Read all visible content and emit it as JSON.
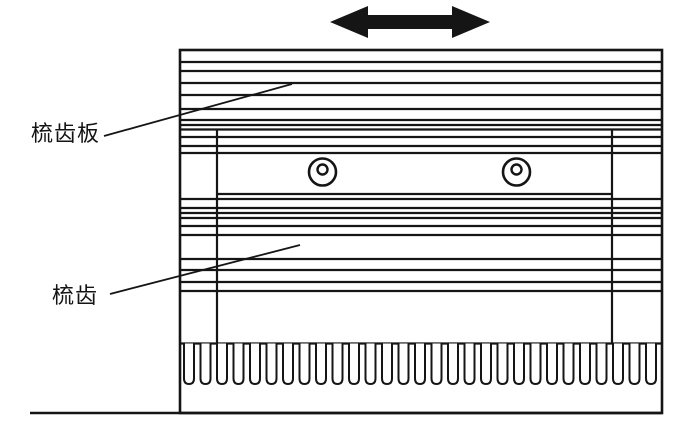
{
  "diagram": {
    "kind": "comb-plate-line-drawing",
    "labels": {
      "comb_plate": "梳齿板",
      "comb_teeth": "梳齿"
    },
    "icons": {
      "motion_arrow": "double-headed-horizontal-arrow"
    },
    "teeth": {
      "count": 29
    },
    "screw_holes": {
      "count": 2
    },
    "colors": {
      "line": "#151515",
      "background": "#ffffff"
    }
  }
}
